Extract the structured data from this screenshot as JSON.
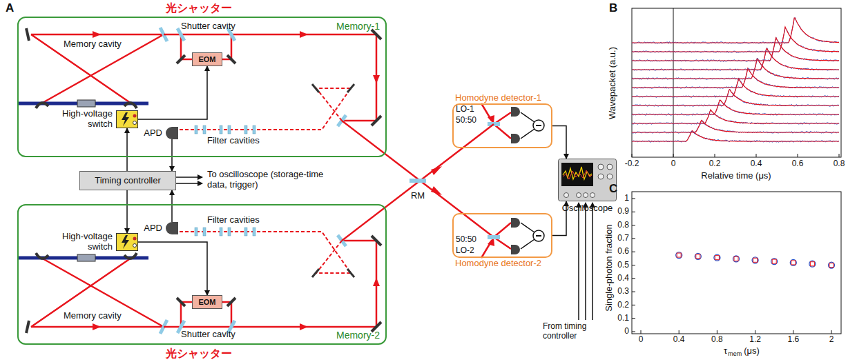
{
  "diagram": {
    "nodes": [
      {
        "text": [
          "Memory-1"
        ]
      },
      {
        "text": [
          "EOM"
        ],
        "in": 0
      },
      {
        "text": [
          "High-voltage switch"
        ],
        "in": 0
      },
      {
        "text": [
          "APD"
        ],
        "in": 0
      },
      {
        "text": [
          "Timing controller"
        ]
      },
      {
        "text": [
          "Memory-2"
        ]
      },
      {
        "text": [
          "High-voltage switch"
        ],
        "in": 5
      },
      {
        "text": [
          "EOM"
        ],
        "in": 5
      },
      {
        "text": [
          "APD"
        ],
        "in": 5
      },
      {
        "text": [
          "Homodyne detector-1"
        ]
      },
      {
        "text": [
          "Oscilloscope"
        ]
      },
      {
        "text": [
          "Homodyne detector-2"
        ]
      }
    ],
    "edges": [
      {
        "from": 4,
        "to": 2,
        "arrow": "to"
      },
      {
        "from": 2,
        "to": 1,
        "arrow": "to"
      },
      {
        "from": 3,
        "to": 4,
        "arrow": "to"
      },
      {
        "from": 4,
        "to": 6,
        "arrow": "to"
      },
      {
        "from": 6,
        "to": 7,
        "arrow": "to"
      },
      {
        "from": 8,
        "to": 4,
        "arrow": "to"
      },
      {
        "from": 9,
        "to": 10,
        "arrow": "to"
      },
      {
        "from": 11,
        "to": 10,
        "arrow": "to"
      }
    ],
    "labels": [
      "A",
      "光シャッター",
      "Memory cavity",
      "Shutter cavity",
      "Filter cavities",
      "To oscilloscope (storage-time data, trigger)",
      "RM",
      "LO-1",
      "50:50",
      "Memory cavity",
      "Shutter cavity",
      "Filter cavities",
      "光シャッター",
      "LO-2",
      "50:50",
      "From timing controller",
      "B",
      "Wavepacket (a.u.)",
      "-0.2",
      "0",
      "0.2",
      "0.4",
      "0.6",
      "0.8",
      "Relative time (μs)",
      "C",
      "Single-photon fraction",
      "0",
      "0.1",
      "0.2",
      "0.3",
      "0.4",
      "0.5",
      "0.6",
      "0.7",
      "0.8",
      "0.9",
      "1",
      "0",
      "0.4",
      "0.8",
      "1.2",
      "1.6",
      "2",
      "τ",
      "mem",
      "(μs)"
    ]
  }
}
